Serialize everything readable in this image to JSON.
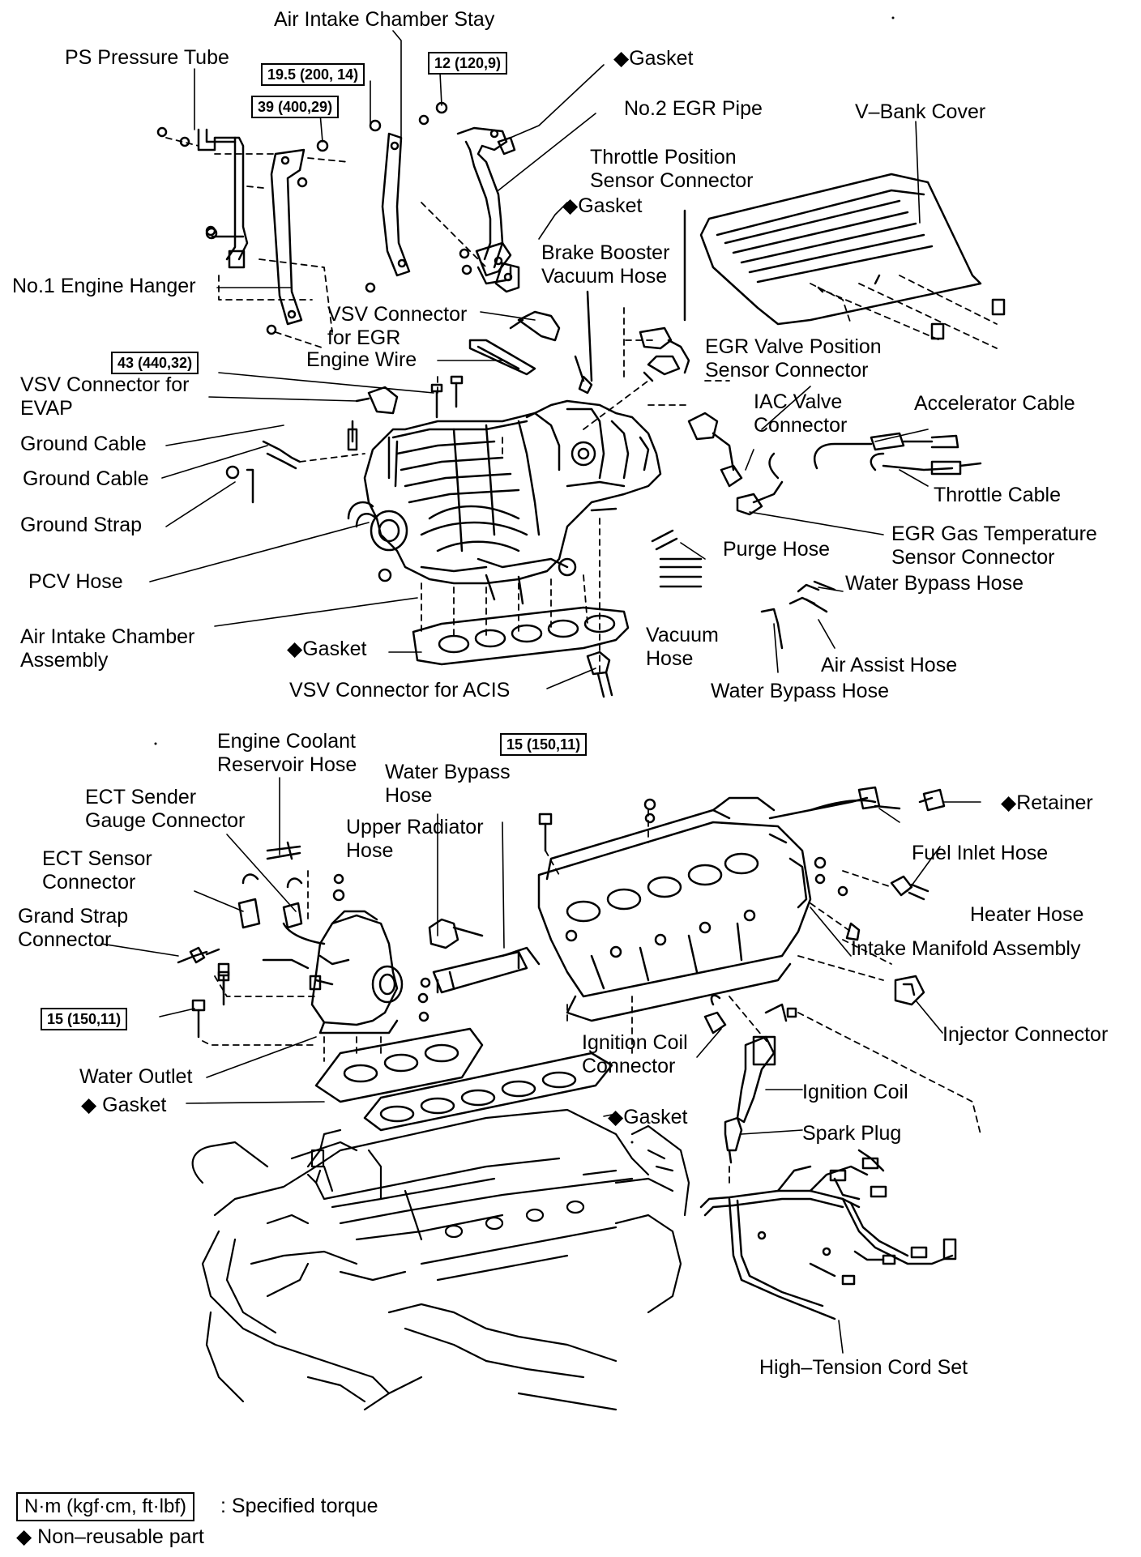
{
  "torque_specs": [
    "19.5 (200, 14)",
    "39 (400,29)",
    "12 (120,9)",
    "43 (440,32)",
    "15 (150,11)",
    "15 (150,11)"
  ],
  "labels": {
    "air_intake_chamber_stay": "Air Intake Chamber Stay",
    "ps_pressure_tube": "PS Pressure Tube",
    "gasket_top": "◆Gasket",
    "no2_egr_pipe": "No.2 EGR Pipe",
    "v_bank_cover": "V–Bank Cover",
    "throttle_position_sensor_connector": "Throttle Position\nSensor Connector",
    "gasket_egr": "◆Gasket",
    "brake_booster_vacuum_hose": "Brake Booster\nVacuum Hose",
    "no1_engine_hanger": "No.1 Engine Hanger",
    "vsv_connector_for_egr": "VSV Connector\nfor EGR",
    "engine_wire": "Engine Wire",
    "egr_valve_position_sensor_connector": "EGR Valve Position\nSensor Connector",
    "vsv_connector_for_evap": "VSV Connector for\nEVAP",
    "iac_valve_connector": "IAC Valve\nConnector",
    "accelerator_cable": "Accelerator Cable",
    "ground_cable_1": "Ground Cable",
    "ground_cable_2": "Ground Cable",
    "throttle_cable": "Throttle Cable",
    "ground_strap": "Ground Strap",
    "egr_gas_temperature_sensor_connector": "EGR Gas Temperature\nSensor Connector",
    "purge_hose": "Purge Hose",
    "pcv_hose": "PCV Hose",
    "water_bypass_hose_1": "Water Bypass Hose",
    "vacuum_hose": "Vacuum\nHose",
    "air_intake_chamber_assembly": "Air Intake Chamber\nAssembly",
    "gasket_chamber": "◆Gasket",
    "air_assist_hose": "Air Assist Hose",
    "vsv_connector_for_acis": "VSV Connector for ACIS",
    "water_bypass_hose_2": "Water Bypass Hose",
    "engine_coolant_reservoir_hose": "Engine Coolant\nReservoir Hose",
    "water_bypass_hose_3": "Water Bypass\nHose",
    "ect_sender_gauge_connector": "ECT Sender\nGauge Connector",
    "retainer": "◆Retainer",
    "upper_radiator_hose": "Upper Radiator\nHose",
    "ect_sensor_connector": "ECT Sensor\nConnector",
    "fuel_inlet_hose": "Fuel Inlet Hose",
    "grand_strap_connector": "Grand Strap\nConnector",
    "heater_hose": "Heater Hose",
    "intake_manifold_assembly": "Intake Manifold Assembly",
    "injector_connector": "Injector Connector",
    "ignition_coil_connector": "Ignition Coil\nConnector",
    "water_outlet": "Water Outlet",
    "ignition_coil": "Ignition Coil",
    "gasket_outlet": "◆ Gasket",
    "gasket_manifold": "◆Gasket",
    "spark_plug": "Spark Plug",
    "high_tension_cord_set": "High–Tension Cord Set"
  },
  "legend": {
    "torque_box": "N·m (kgf·cm, ft·lbf)",
    "torque_text": ": Specified torque",
    "nonreusable": "◆ Non–reusable part"
  }
}
